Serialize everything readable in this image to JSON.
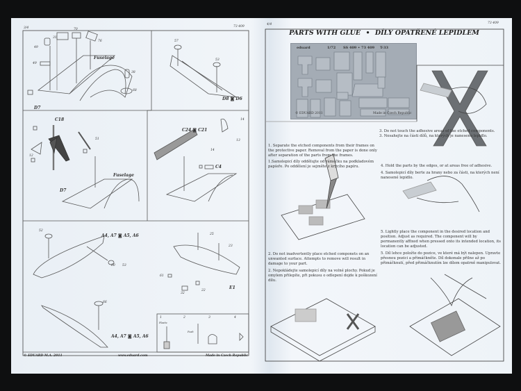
{
  "left_page": {
    "page_number": "3/4",
    "kit_number": "73 409",
    "labels": {
      "fuselage_1": "Fuselage",
      "fuselage_2": "Fuselage",
      "d7_1": "D7",
      "d7_2": "D7",
      "c18": "C18",
      "c24_c21": "C24 ◙ C21",
      "c4": "C4",
      "d8_d6": "D8 ◙ D6",
      "a4_1": "A4, A7 ◙ A5, A6",
      "a4_2": "A4, A7 ◙ A5, A6",
      "e1": "E1",
      "p31": "31",
      "p70": "70",
      "p76": "76",
      "p49a": "49",
      "p49b": "49",
      "p38": "38",
      "p68": "68",
      "p57": "57",
      "p53": "53",
      "p51": "51",
      "p12": "12",
      "p14a": "14",
      "p14b": "14",
      "p13": "13",
      "p52": "52",
      "p60": "60",
      "p53b": "53",
      "p33": "33",
      "p25": "25",
      "p23": "23",
      "p61": "61",
      "p22": "22",
      "p32": "32",
      "p66": "66",
      "s1": "1",
      "s2": "2",
      "s3": "3",
      "s4": "4",
      "plastic": "Plastic",
      "push": "Push"
    },
    "footer": {
      "copyright": "© EDUARD  M.A. 2011",
      "website": "www.eduard.com",
      "made_in": "Made in Czech Republic"
    }
  },
  "right_page": {
    "page_number": "4/4",
    "kit_number": "73 409",
    "title_en": "PARTS WITH GLUE",
    "bullet": "•",
    "title_cz": "DÍLY OPATŘENÉ LEPIDLEM",
    "fret": {
      "brand": "eduard",
      "scale": "1/72",
      "code": "SS 409 • 73 409",
      "model": "T-33",
      "copyright": "© EDUARD 2011",
      "made_in": "Made in Czech Republic"
    },
    "steps": {
      "s1_en": "1. Separate the etched components from their frames on the protective paper. Removal from the paper is done only after separation of the parts from the frames.",
      "s1_cz": "1.Samolepicí díly oddělujte od rámečku na podkladovém papíeře. Po oddělení je sejměte z krycího papíru.",
      "s2_en": "2. Do not inadvertently place  etched componets on an unwanted  surface. Attempts  to remove will result in damage to your part.",
      "s2_cz": "2. Nepokládejte  samolepicí díly na volné plochy. Pokud je omylem přilepíte, při pokusu o odlepení dojde k poškození  dílu.",
      "s3_en": "3. Do not touch the adhesive areas of the etched components.",
      "s3_cz": "3. Nesahejte na části dílů, na kterých je naneseno lepidlo.",
      "s4_en": "4. Hold the parts by the edges, or at areas free of adhesive.",
      "s4_cz": "4. Samolepicí díly berte za hrany nebo za části, na kterých není nanesené lepidlo.",
      "s5_en": "5. Lightly place the component in the desired location and position. Adjust as required. The component will by permanently affixed when pressed onto its intended location, its location can be adjusted.",
      "s5_cz": "5. Díl lehce položte do pozice, ve které má být nalepen. Upravte přesnou pozici a přimáčkněte. Díl dokonale přilne až po přimáčknutí, před přimáčknutím lze dílem opatrně manipulovat."
    }
  }
}
